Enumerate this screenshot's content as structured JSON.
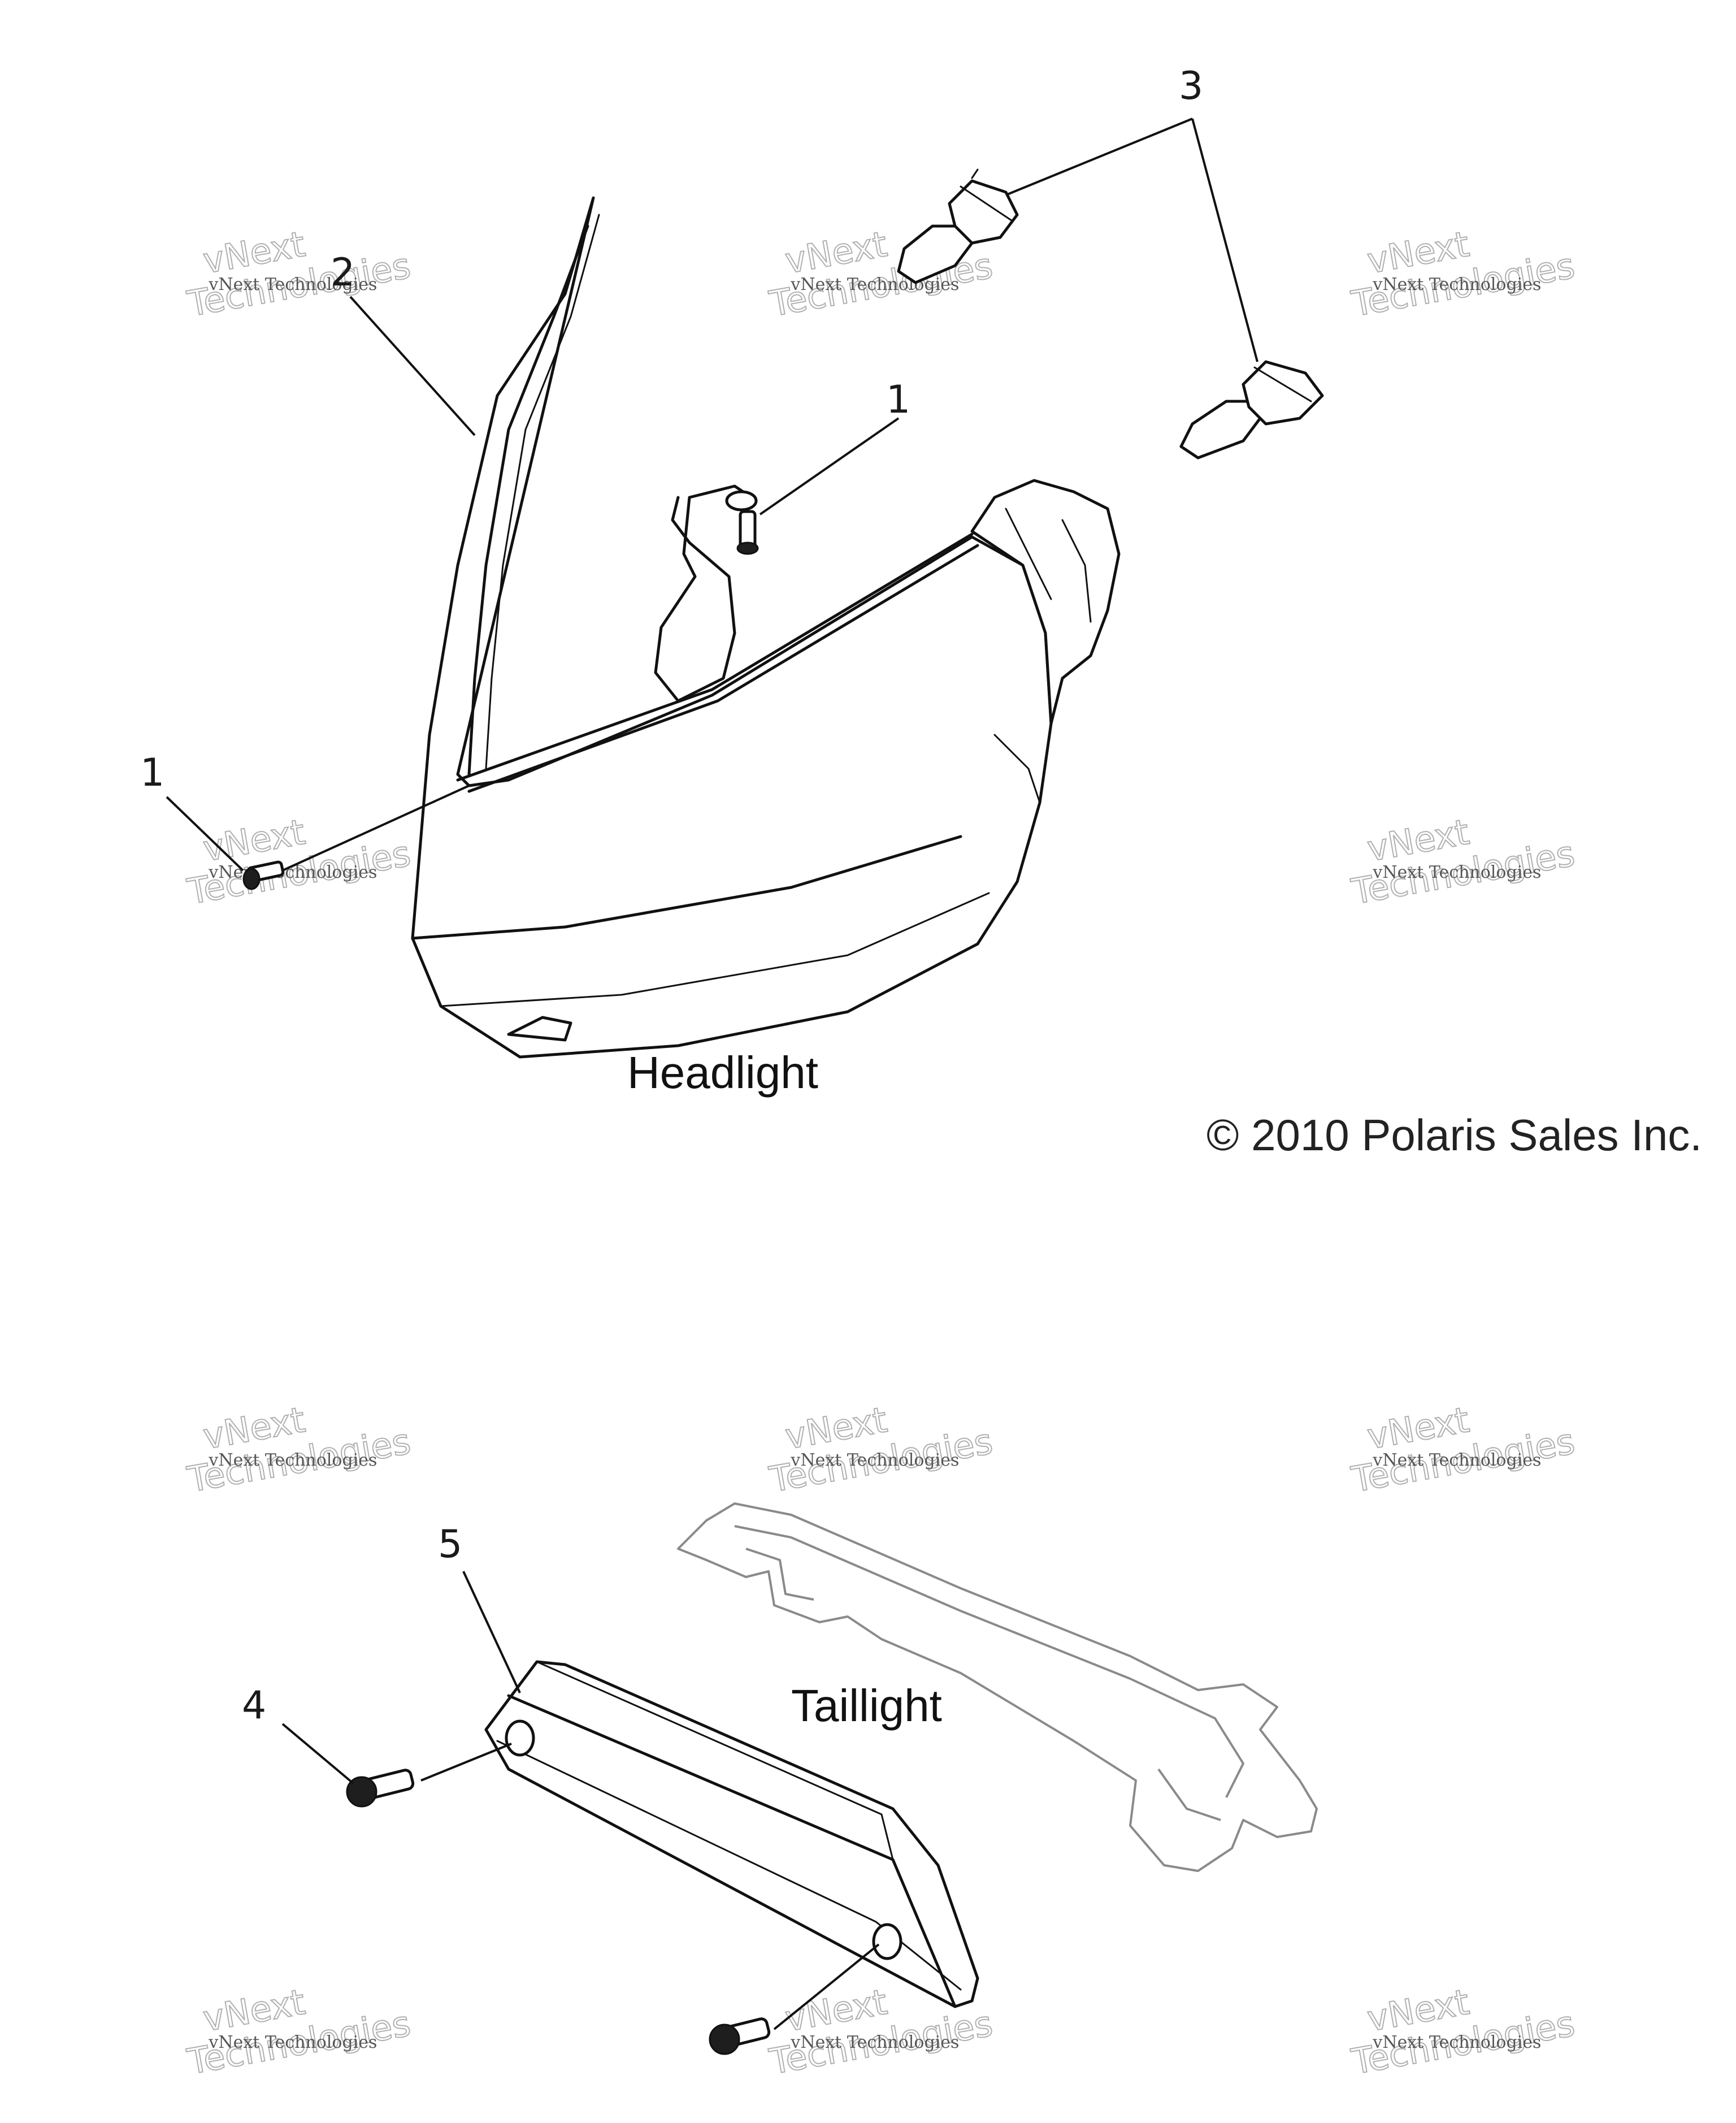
{
  "sections": {
    "headlight": "Headlight",
    "taillight": "Taillight"
  },
  "copyright": "© 2010 Polaris Sales Inc.",
  "callouts": {
    "c1a": "1",
    "c1b": "1",
    "c2": "2",
    "c3": "3",
    "c4": "4",
    "c5": "5"
  },
  "watermark": {
    "line1": "vNext Technologies",
    "line2": "vNext",
    "line3": "Technologies"
  }
}
